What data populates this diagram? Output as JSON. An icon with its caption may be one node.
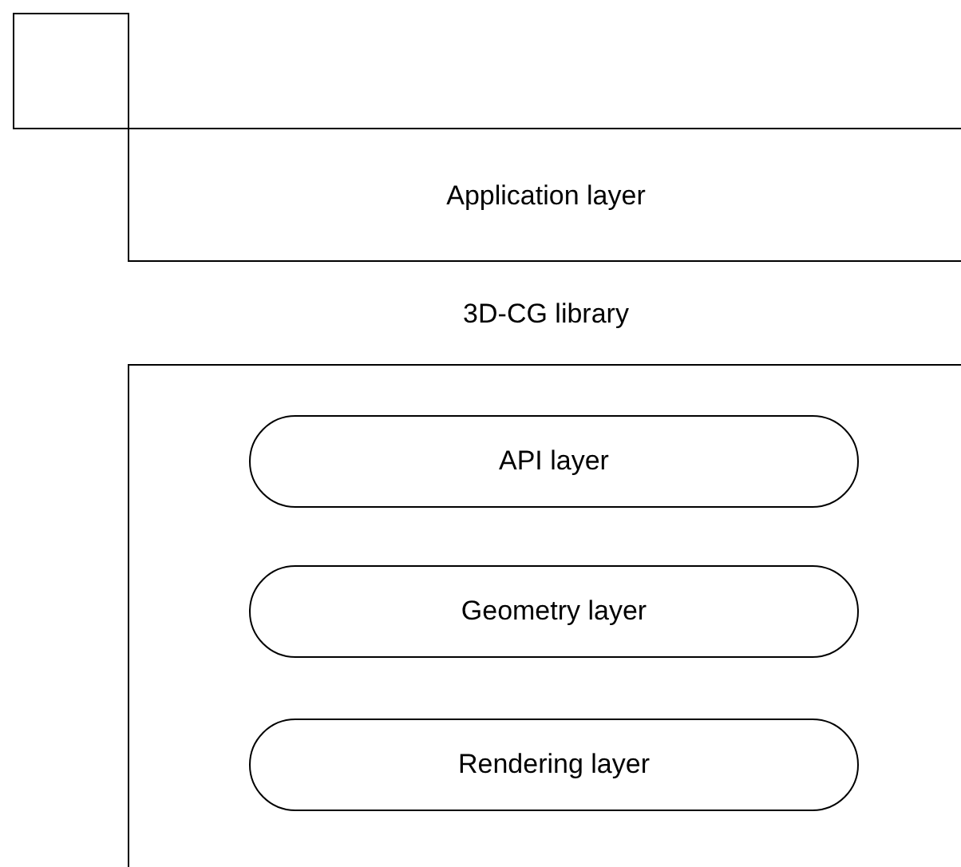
{
  "diagram": {
    "nodes": [
      {
        "text": [],
        "shape": "box"
      },
      {
        "text": [
          "Application layer"
        ]
      },
      {
        "text": [
          "3D-CG library"
        ]
      },
      {
        "text": [
          "API layer"
        ],
        "in": 2
      },
      {
        "text": [
          "Geometry layer"
        ],
        "in": 2
      },
      {
        "text": [
          "Rendering layer"
        ],
        "in": 2
      }
    ]
  }
}
